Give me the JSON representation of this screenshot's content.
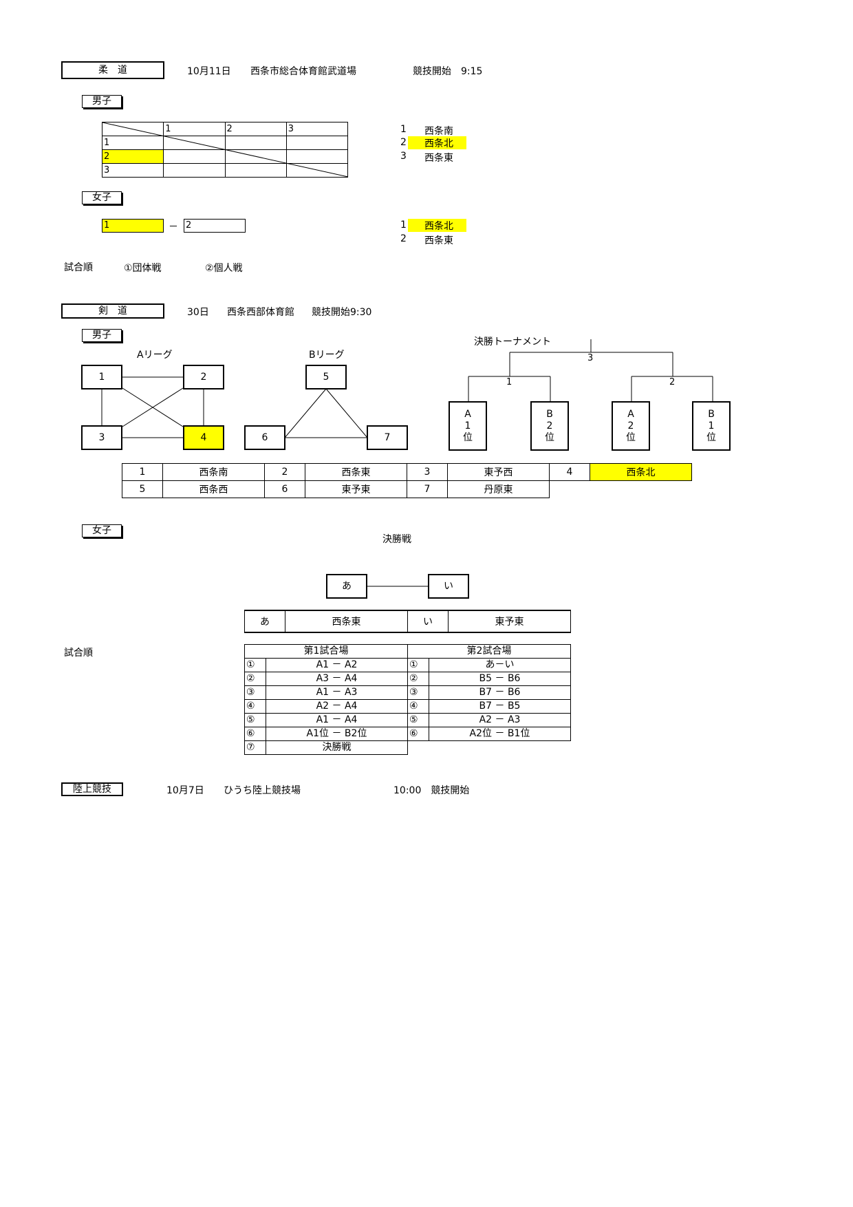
{
  "judo": {
    "title": "柔　道",
    "date": "10月11日",
    "venue": "西条市総合体育館武道場",
    "start": "競技開始　9:15",
    "boys_label": "男子",
    "girls_label": "女子",
    "grid_cols": [
      "1",
      "2",
      "3"
    ],
    "grid_rows": [
      "1",
      "2",
      "3"
    ],
    "boys_teams": [
      {
        "no": "1",
        "name": "西条南"
      },
      {
        "no": "2",
        "name": "西条北"
      },
      {
        "no": "3",
        "name": "西条東"
      }
    ],
    "girls_match": {
      "left": "1",
      "dash": "－",
      "right": "2"
    },
    "girls_teams": [
      {
        "no": "1",
        "name": "西条北"
      },
      {
        "no": "2",
        "name": "西条東"
      }
    ],
    "order_label": "試合順",
    "order_1": "①団体戦",
    "order_2": "②個人戦"
  },
  "kendo": {
    "title": "剣　道",
    "date": "30日",
    "venue": "西条西部体育館",
    "start": "競技開始9:30",
    "boys_label": "男子",
    "girls_label": "女子",
    "a_league": "Aリーグ",
    "b_league": "Bリーグ",
    "tournament": "決勝トーナメント",
    "a_nodes": [
      "1",
      "2",
      "3",
      "4"
    ],
    "b_nodes": [
      "5",
      "6",
      "7"
    ],
    "t_numbers": [
      "3",
      "1",
      "2"
    ],
    "t_slots": [
      [
        "A",
        "1",
        "位"
      ],
      [
        "B",
        "2",
        "位"
      ],
      [
        "A",
        "2",
        "位"
      ],
      [
        "B",
        "1",
        "位"
      ]
    ],
    "team_row1": [
      "1",
      "西条南",
      "2",
      "西条東",
      "3",
      "東予西",
      "4",
      "西条北"
    ],
    "team_row2": [
      "5",
      "西条西",
      "6",
      "東予東",
      "7",
      "丹原東"
    ],
    "final_label": "決勝戦",
    "final_a": "あ",
    "final_b": "い",
    "final_teams": [
      "あ",
      "西条東",
      "い",
      "東予東"
    ],
    "order_label": "試合順",
    "court1": "第1試合場",
    "court2": "第2試合場",
    "court1_matches": [
      {
        "n": "①",
        "m": "A1 － A2"
      },
      {
        "n": "②",
        "m": "A3 － A4"
      },
      {
        "n": "③",
        "m": "A1 － A3"
      },
      {
        "n": "④",
        "m": "A2 － A4"
      },
      {
        "n": "⑤",
        "m": "A1 － A4"
      },
      {
        "n": "⑥",
        "m": "A1位 － B2位"
      },
      {
        "n": "⑦",
        "m": "決勝戦"
      }
    ],
    "court2_matches": [
      {
        "n": "①",
        "m": "あ－い"
      },
      {
        "n": "②",
        "m": "B5 － B6"
      },
      {
        "n": "③",
        "m": "B7 － B6"
      },
      {
        "n": "④",
        "m": "B7 － B5"
      },
      {
        "n": "⑤",
        "m": "A2 － A3"
      },
      {
        "n": "⑥",
        "m": "A2位 － B1位"
      }
    ]
  },
  "athletics": {
    "title": "陸上競技",
    "date": "10月7日",
    "venue": "ひうち陸上競技場",
    "start": "10:00　競技開始"
  },
  "colors": {
    "highlight": "#ffff00"
  }
}
